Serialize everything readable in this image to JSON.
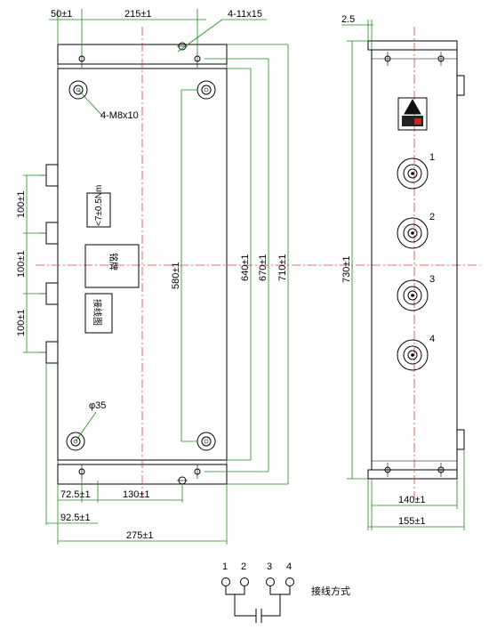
{
  "front_view": {
    "dims": {
      "top_offset": "50±1",
      "top_span": "215±1",
      "slot_holes": "4-11x15",
      "thread_holes": "4-M8x10",
      "pitch_1": "100±1",
      "pitch_2": "100±1",
      "pitch_3": "100±1",
      "height_580": "580±1",
      "height_640": "640±1",
      "height_670": "670±1",
      "height_710": "710±1",
      "dia_35": "φ35",
      "bottom_72": "72.5±1",
      "bottom_130": "130±1",
      "bottom_92": "92.5±1",
      "width_275": "275±1"
    },
    "label_torque": "<7±0.5Nm",
    "label_nameplate": "铭牌",
    "label_wiring": "接线图"
  },
  "side_view": {
    "dims": {
      "flange": "2.5",
      "height": "730±1",
      "width_140": "140±1",
      "width_155": "155±1"
    },
    "terminals": [
      "1",
      "2",
      "3",
      "4"
    ]
  },
  "wiring": {
    "labels": [
      "1",
      "2",
      "3",
      "4"
    ],
    "caption": "接线方式"
  }
}
